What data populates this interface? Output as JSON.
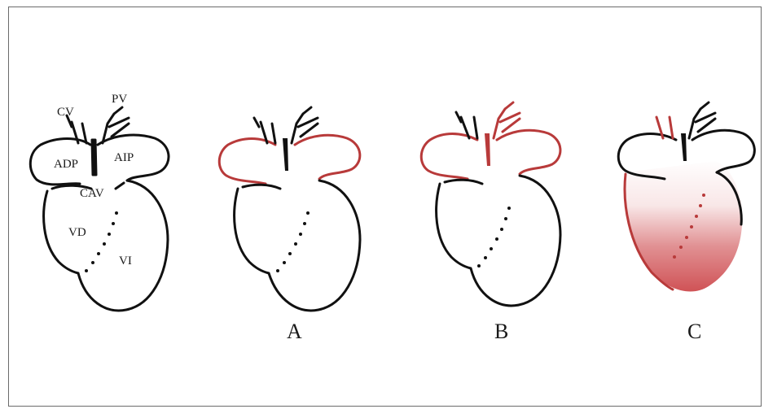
{
  "labels": {
    "cv": "CV",
    "pv": "PV",
    "adp": "ADP",
    "aip": "AIP",
    "cav": "CAV",
    "vd": "VD",
    "vi": "VI"
  },
  "panels": [
    "A",
    "B",
    "C"
  ],
  "colors": {
    "outline": "#111111",
    "highlight": "#b83a3a",
    "fill": "#c8363a"
  }
}
